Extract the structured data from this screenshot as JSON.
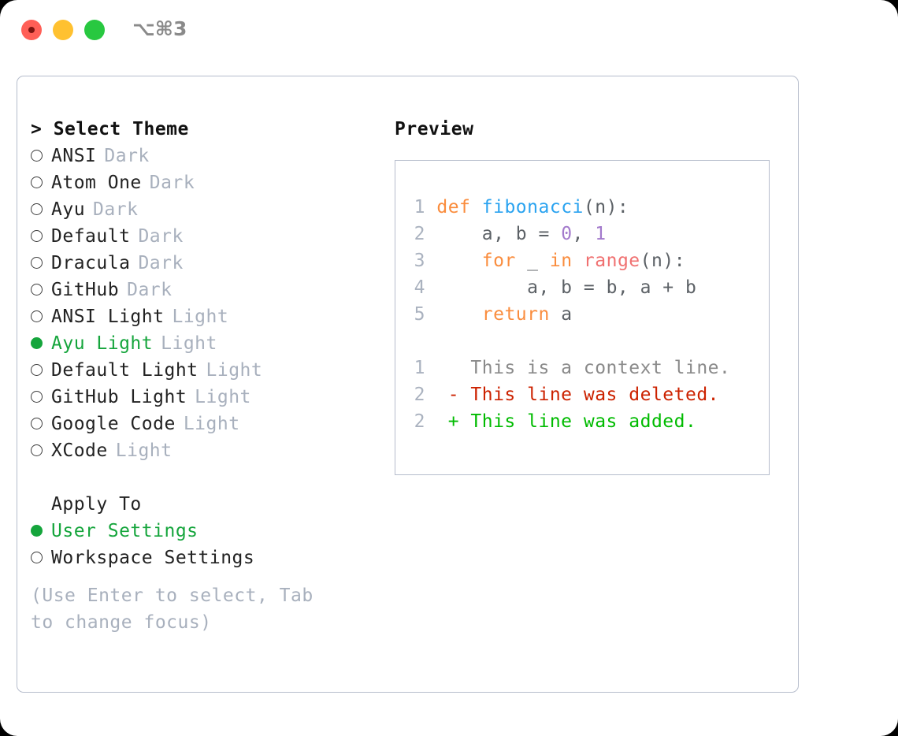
{
  "window": {
    "shortcut": "⌥⌘3",
    "traffic_lights": [
      "close-red",
      "minimize-yellow",
      "maximize-green"
    ]
  },
  "left_panel": {
    "title": "> Select Theme",
    "themes": [
      {
        "marker": "off",
        "name": "ANSI",
        "tag": "Dark",
        "selected": false
      },
      {
        "marker": "off",
        "name": "Atom One",
        "tag": "Dark",
        "selected": false
      },
      {
        "marker": "off",
        "name": "Ayu",
        "tag": "Dark",
        "selected": false
      },
      {
        "marker": "off",
        "name": "Default",
        "tag": "Dark",
        "selected": false
      },
      {
        "marker": "off",
        "name": "Dracula",
        "tag": "Dark",
        "selected": false
      },
      {
        "marker": "off",
        "name": "GitHub",
        "tag": "Dark",
        "selected": false
      },
      {
        "marker": "off",
        "name": "ANSI Light",
        "tag": "Light",
        "selected": false
      },
      {
        "marker": "on",
        "name": "Ayu Light",
        "tag": "Light",
        "selected": true
      },
      {
        "marker": "off",
        "name": "Default Light",
        "tag": "Light",
        "selected": false
      },
      {
        "marker": "off",
        "name": "GitHub Light",
        "tag": "Light",
        "selected": false
      },
      {
        "marker": "off",
        "name": "Google Code",
        "tag": "Light",
        "selected": false
      },
      {
        "marker": "off",
        "name": "XCode",
        "tag": "Light",
        "selected": false
      }
    ],
    "apply_to": {
      "heading": "Apply To",
      "options": [
        {
          "marker": "on",
          "name": "User Settings",
          "selected": true
        },
        {
          "marker": "off",
          "name": "Workspace Settings",
          "selected": false
        }
      ]
    },
    "hint": "(Use Enter to select, Tab to change focus)"
  },
  "right_panel": {
    "title": "Preview",
    "code_lines": [
      {
        "num": "1",
        "tokens": [
          {
            "t": "def",
            "c": "kw"
          },
          {
            "t": " ",
            "c": "plain"
          },
          {
            "t": "fibonacci",
            "c": "fn"
          },
          {
            "t": "(n):",
            "c": "punct"
          }
        ]
      },
      {
        "num": "2",
        "tokens": [
          {
            "t": "    a, b = ",
            "c": "plain"
          },
          {
            "t": "0",
            "c": "num"
          },
          {
            "t": ", ",
            "c": "plain"
          },
          {
            "t": "1",
            "c": "num"
          }
        ]
      },
      {
        "num": "3",
        "tokens": [
          {
            "t": "    ",
            "c": "plain"
          },
          {
            "t": "for",
            "c": "kw"
          },
          {
            "t": " _ ",
            "c": "plain"
          },
          {
            "t": "in",
            "c": "kw"
          },
          {
            "t": " ",
            "c": "plain"
          },
          {
            "t": "range",
            "c": "built"
          },
          {
            "t": "(n):",
            "c": "punct"
          }
        ]
      },
      {
        "num": "4",
        "tokens": [
          {
            "t": "        a, b = b, a + b",
            "c": "plain"
          }
        ]
      },
      {
        "num": "5",
        "tokens": [
          {
            "t": "    ",
            "c": "plain"
          },
          {
            "t": "return",
            "c": "kw"
          },
          {
            "t": " a",
            "c": "plain"
          }
        ]
      }
    ],
    "diff_lines": [
      {
        "num": "1",
        "sign": " ",
        "text": "This is a context line.",
        "kind": "ctx"
      },
      {
        "num": "2",
        "sign": "-",
        "text": "This line was deleted.",
        "kind": "del"
      },
      {
        "num": "2",
        "sign": "+",
        "text": "This line was added.",
        "kind": "add"
      }
    ]
  },
  "colors": {
    "accent_green": "#15a53c",
    "muted": "#a8b0bd",
    "border": "#b6bdcc",
    "kw": "#fa8d3e",
    "fn": "#2aa3f0",
    "num": "#a37acc",
    "builtin": "#f07171",
    "plain": "#5c6166",
    "diff_add": "#00bb00",
    "diff_del": "#cc2200",
    "diff_ctx": "#8a8a8a"
  }
}
